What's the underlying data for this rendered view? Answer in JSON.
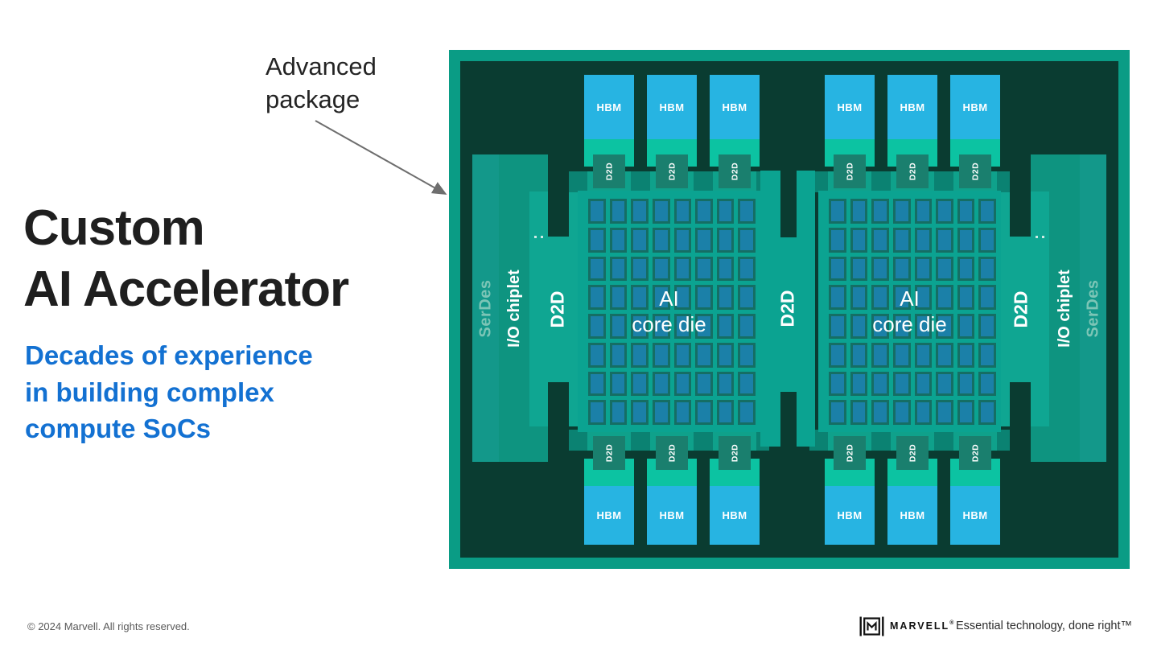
{
  "slide": {
    "annotation_line1": "Advanced",
    "annotation_line2": "package",
    "title_line1": "Custom",
    "title_line2": "AI Accelerator",
    "subtitle_line1": "Decades of experience",
    "subtitle_line2": "in building complex",
    "subtitle_line3": "compute SoCs"
  },
  "chip": {
    "labels": {
      "hbm": "HBM",
      "d2d": "D2D",
      "serdes": "SerDes",
      "io_chiplet": "I/O chiplet",
      "core_die_line1": "AI",
      "core_die_line2": "core die"
    },
    "core_die_grid": {
      "rows": 8,
      "cols": 8
    },
    "counts": {
      "core_dies": 2,
      "hbm_modules": 12,
      "d2d_connectors": 12
    }
  },
  "footer": {
    "copyright": "© 2024 Marvell. All rights reserved.",
    "brand": "MARVELL",
    "reg_mark": "®",
    "tagline": "Essential technology, done right™"
  },
  "colors": {
    "annotation-text": "#242424",
    "title-text": "#1f1f1f",
    "subtitle-text": "#1371d2",
    "arrow": "#6e6e6e",
    "frame": "#0a9c85",
    "interior": "#0a3c31",
    "serdes-strip": "#13988a",
    "serdes-text": "#7cc5b6",
    "io-strip": "#0e9480",
    "d2d-plate": "#0fa692",
    "core-bg": "#0ba391",
    "substrate": "#0b8272",
    "substrate-tab": "#0fa18b",
    "cell-fill": "#1b80a8",
    "cell-border": "#156e64",
    "hbm-cyan": "#27b4e2",
    "hbm-green": "#0cc3a2",
    "d2d-square": "#1a7f6e",
    "dot": "#cdeae4",
    "footer-text": "#595959",
    "brand-text": "#111111",
    "tagline-text": "#2b2b2b"
  }
}
